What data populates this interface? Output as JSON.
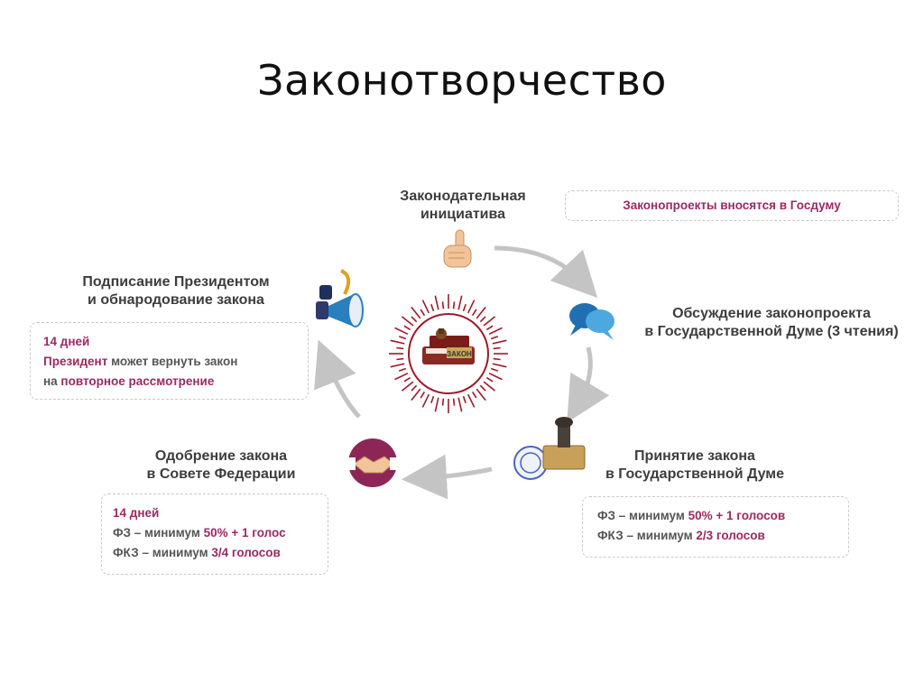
{
  "slide": {
    "title": "Законотворчество"
  },
  "stages": {
    "initiative": {
      "line1": "Законодательная",
      "line2": "инициатива"
    },
    "discussion": {
      "line1": "Обсуждение законопроекта",
      "line2": "в Государственной Думе (3 чтения)"
    },
    "adoption": {
      "line1": "Принятие закона",
      "line2": "в  Государственной Думе"
    },
    "approval": {
      "line1": "Одобрение закона",
      "line2": "в Совете Федерации"
    },
    "signing": {
      "line1": "Подписание Президентом",
      "line2": "и обнародование закона"
    }
  },
  "boxes": {
    "initiative_note": "Законопроекты вносятся в Госдуму",
    "signing": {
      "days": "14 дней",
      "president": "Президент",
      "text1": " может вернуть закон",
      "text2": "на ",
      "review": "повторное рассмотрение"
    },
    "approval": {
      "days": "14 дней",
      "fz_prefix": "ФЗ – минимум ",
      "fz_value": "50% + 1 голос",
      "fkz_prefix": "ФКЗ – минимум ",
      "fkz_value": "3/4 голосов"
    },
    "adoption": {
      "fz_prefix": "ФЗ – минимум ",
      "fz_value": "50% + 1 голосов",
      "fkz_prefix": "ФКЗ – минимум ",
      "fkz_value": "2/3 голосов"
    }
  },
  "center": {
    "book_label": "ЗАКОН"
  },
  "colors": {
    "accent": "#9a2a63",
    "arrow": "#c4c4c4",
    "sunburst": "#9b1b2a"
  },
  "icons": [
    "pointing-finger-icon",
    "chat-bubbles-icon",
    "stamp-icon",
    "handshake-icon",
    "megaphone-icon",
    "law-book-icon"
  ]
}
